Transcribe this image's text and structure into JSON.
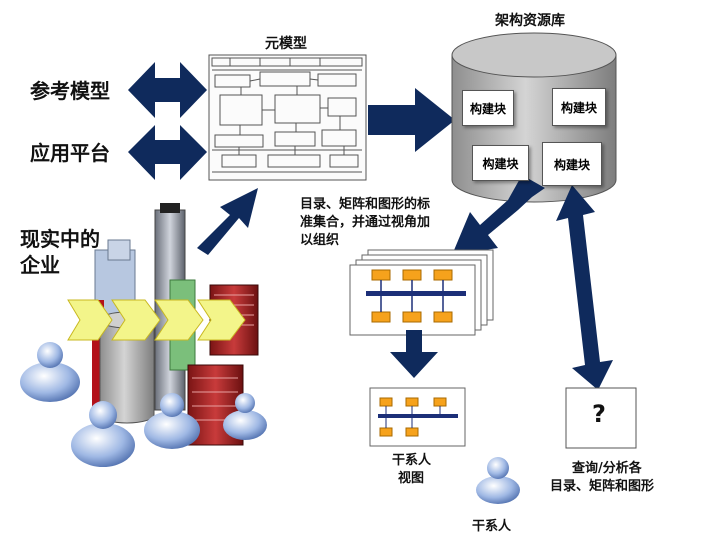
{
  "labels": {
    "reference_model": "参考模型",
    "application_platform": "应用平台",
    "real_enterprise_line1": "现实中的",
    "real_enterprise_line2": "企业",
    "metamodel": "元模型",
    "repository": "架构资源库",
    "building_block": "构建块",
    "catalog_note_line1": "目录、矩阵和图形的标",
    "catalog_note_line2": "准集合，并通过视角加",
    "catalog_note_line3": "以组织",
    "stakeholder_view_line1": "干系人",
    "stakeholder_view_line2": "视图",
    "query_line1": "查询/分析各",
    "query_line2": "目录、矩阵和图形",
    "stakeholder": "干系人",
    "question_mark": "?"
  },
  "colors": {
    "arrow": "#0f2a5c",
    "orange": "#f6a21c",
    "navy_bar": "#1c2f78",
    "cylinder": "#a9a9a9",
    "chevron": "#f3f58a",
    "person": "#8aa8d8"
  }
}
